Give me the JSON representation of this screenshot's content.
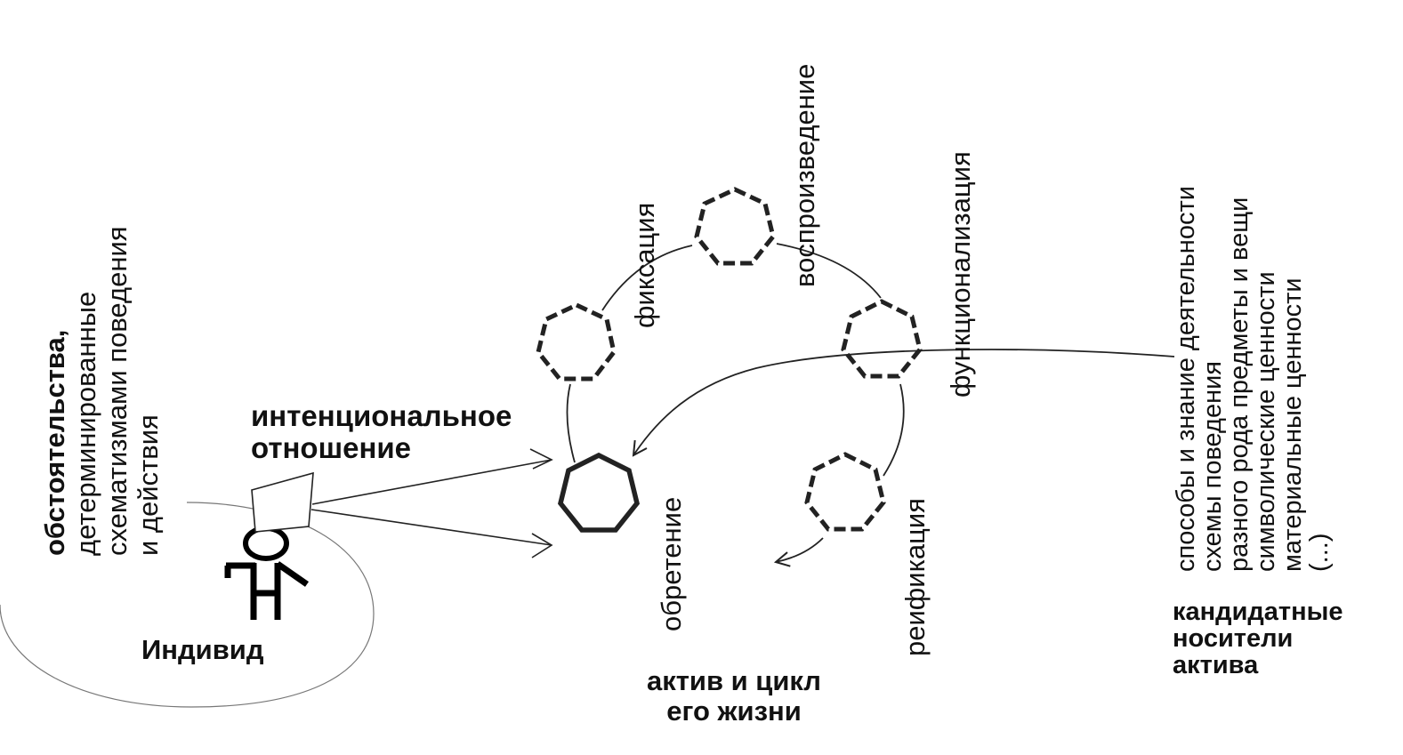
{
  "left_block": {
    "bold_line": "обстоятельства,",
    "lines": [
      "детерминированные",
      "схематизмами поведения",
      "и действия"
    ]
  },
  "individual": {
    "label": "Индивид"
  },
  "intentional_relation": {
    "line1": "интенциональное",
    "line2": "отношение"
  },
  "cycle": {
    "stages": {
      "acquisition": "обретение",
      "fixation": "фиксация",
      "reproduction": "воспроизведение",
      "functionalization": "функционализация",
      "reification": "реификация"
    },
    "caption_line1": "актив и цикл",
    "caption_line2": "его жизни"
  },
  "carriers": {
    "lines": [
      "способы и знание деятельности",
      "схемы поведения",
      "разного рода предметы и вещи",
      "символические ценности",
      "материальные ценности",
      "(...)"
    ],
    "caption_line1": "кандидатные",
    "caption_line2": "носители",
    "caption_line3": "актива"
  }
}
